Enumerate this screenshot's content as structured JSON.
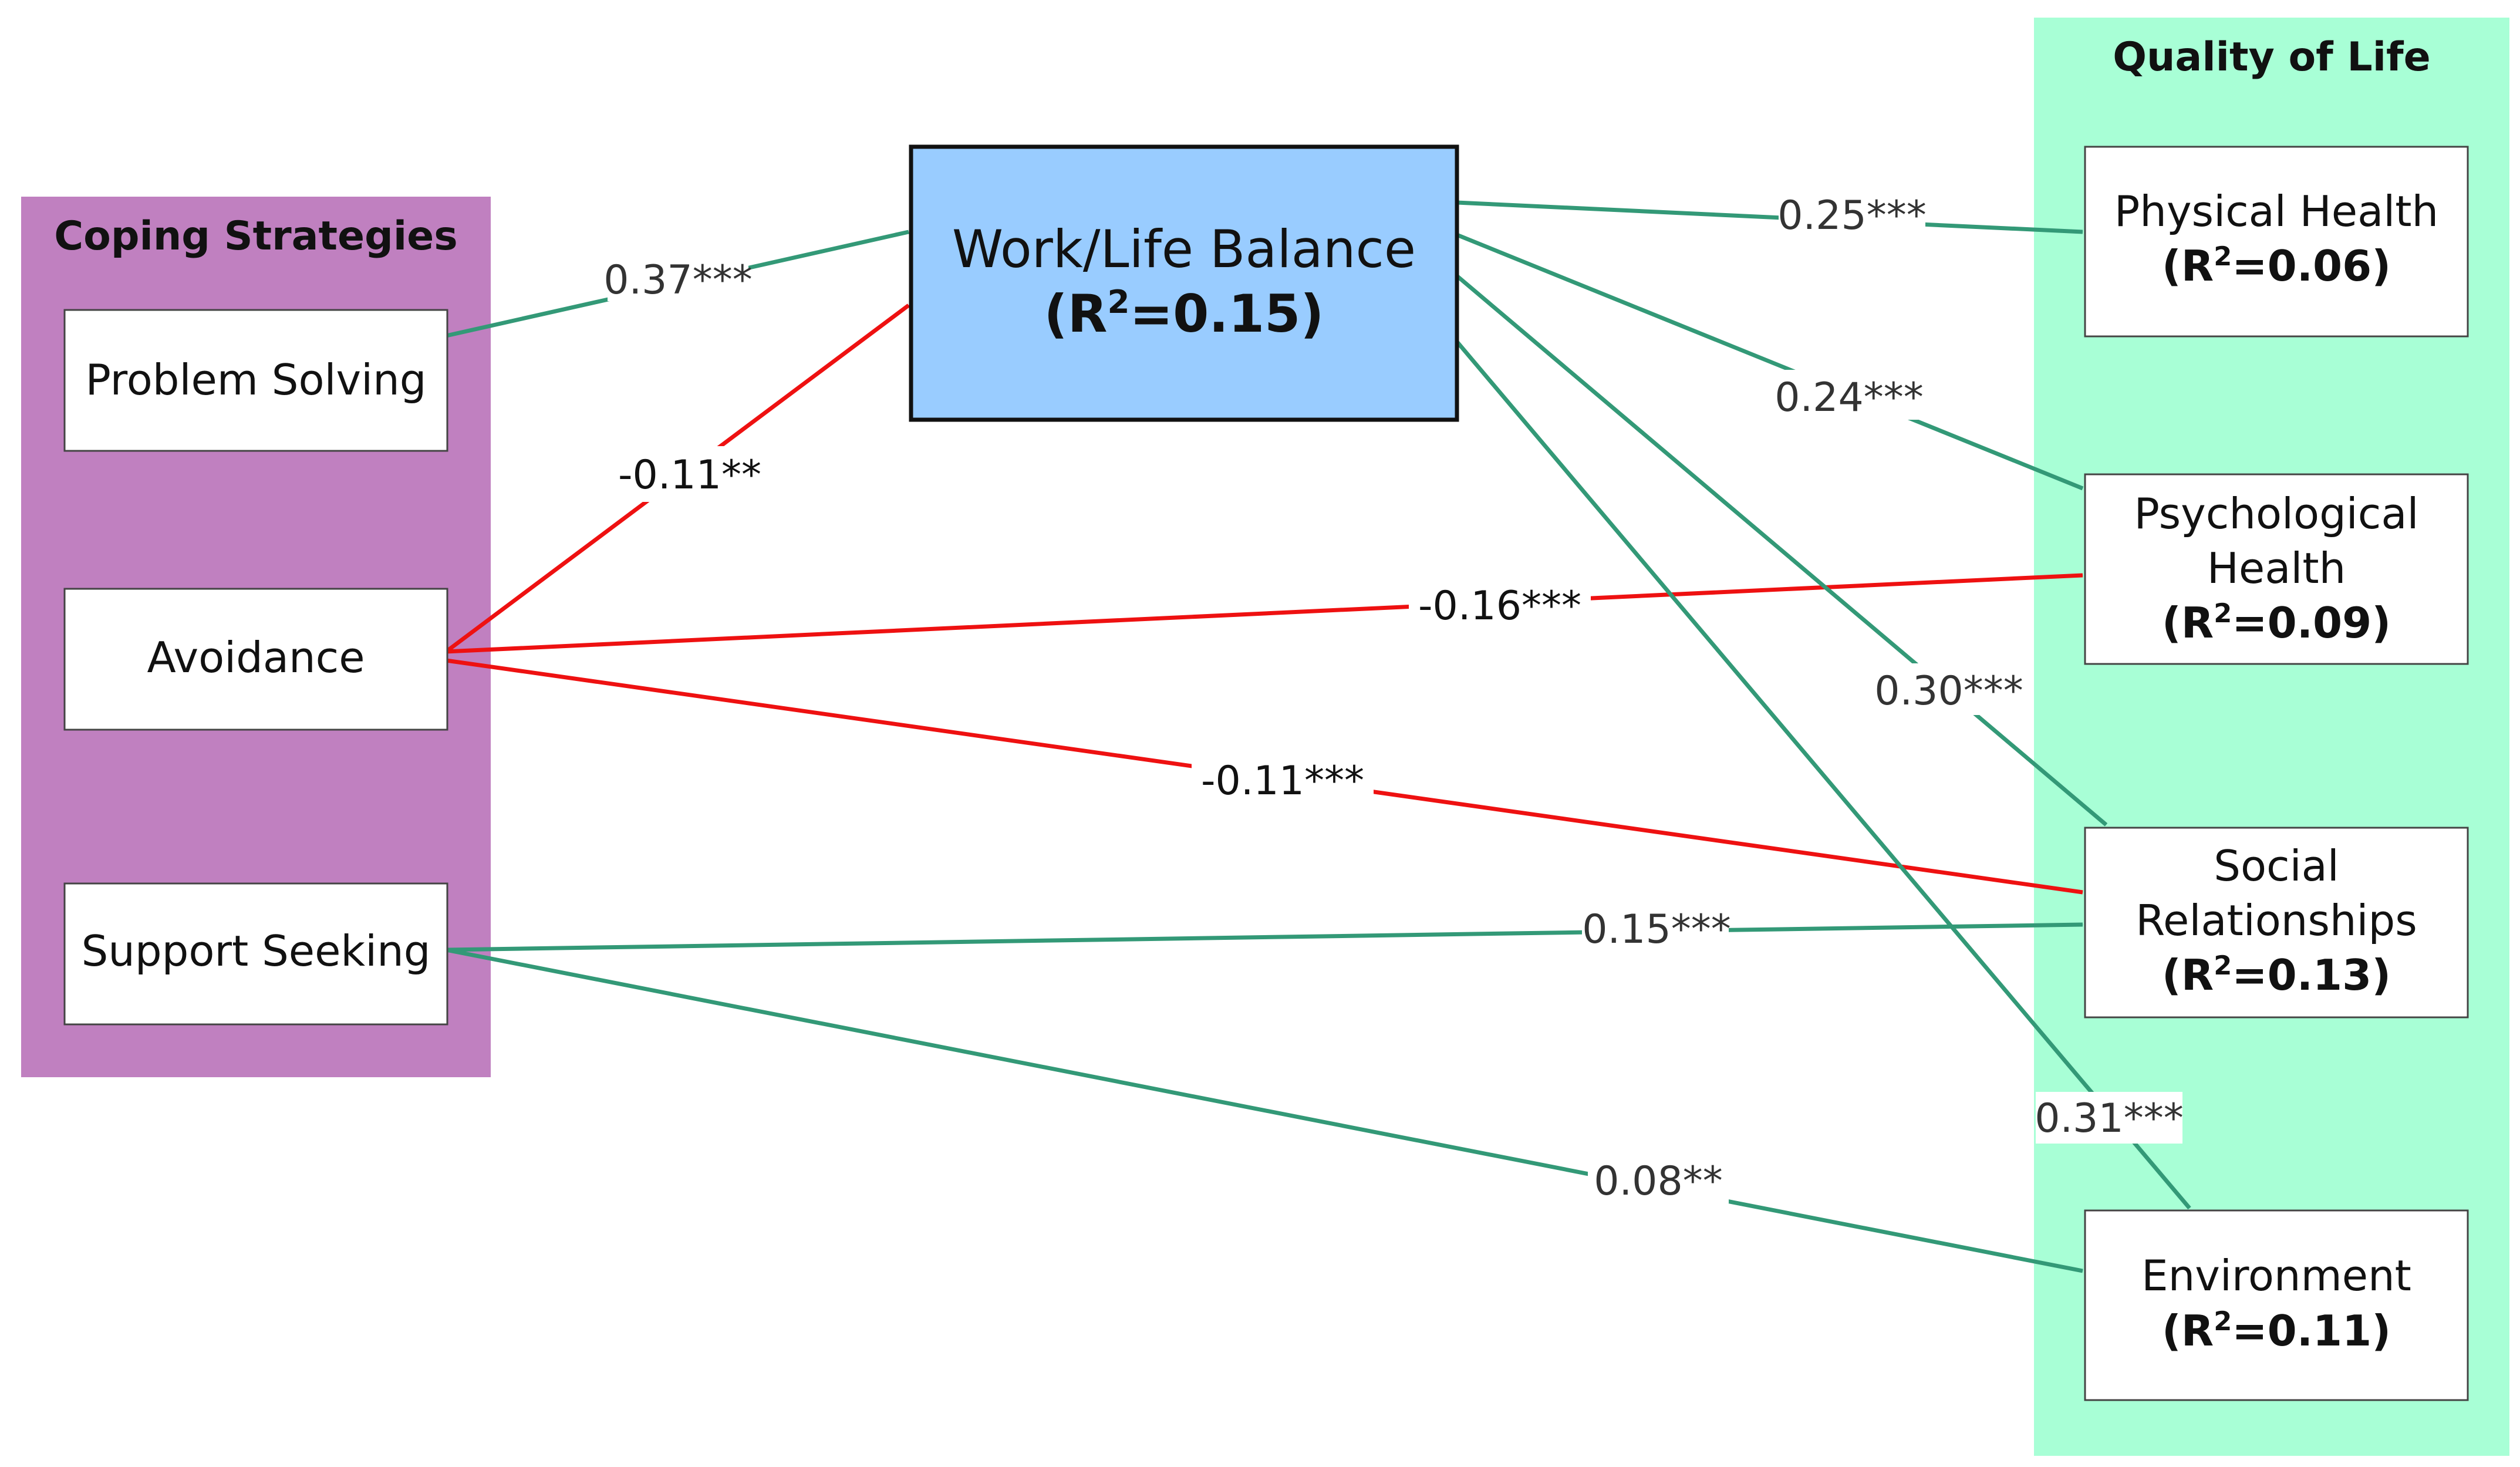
{
  "groups": {
    "coping": {
      "title": "Coping Strategies",
      "color": "#c080c0"
    },
    "qol": {
      "title": "Quality of Life",
      "color": "#a8ffd6"
    }
  },
  "nodes": {
    "problem_solving": {
      "label": "Problem Solving"
    },
    "avoidance": {
      "label": "Avoidance"
    },
    "support_seeking": {
      "label": "Support Seeking"
    },
    "wlb": {
      "label": "Work/Life Balance",
      "r2_prefix": "(R",
      "r2_sup": "2",
      "r2_value": "=0.15)",
      "color": "#99ccff"
    },
    "physical": {
      "label": "Physical Health",
      "r2_prefix": "(R",
      "r2_sup": "2",
      "r2_value": "=0.06)"
    },
    "psychological": {
      "line1": "Psychological",
      "line2": "Health",
      "r2_prefix": "(R",
      "r2_sup": "2",
      "r2_value": "=0.09)"
    },
    "social": {
      "line1": "Social",
      "line2": "Relationships",
      "r2_prefix": "(R",
      "r2_sup": "2",
      "r2_value": "=0.13)"
    },
    "environment": {
      "label": "Environment",
      "r2_prefix": "(R",
      "r2_sup": "2",
      "r2_value": "=0.11)"
    }
  },
  "edges": {
    "ps_wlb": {
      "label": "0.37***",
      "color": "#339977"
    },
    "av_wlb": {
      "label": "-0.11**",
      "color": "#ee1111"
    },
    "wlb_phys": {
      "label": "0.25***",
      "color": "#339977"
    },
    "wlb_psych": {
      "label": "0.24***",
      "color": "#339977"
    },
    "av_psych": {
      "label": "-0.16***",
      "color": "#ee1111"
    },
    "wlb_social": {
      "label": "0.30***",
      "color": "#339977"
    },
    "av_social": {
      "label": "-0.11***",
      "color": "#ee1111"
    },
    "ss_social": {
      "label": "0.15***",
      "color": "#339977"
    },
    "wlb_env": {
      "label": "0.31***",
      "color": "#339977"
    },
    "ss_env": {
      "label": "0.08**",
      "color": "#339977"
    }
  }
}
